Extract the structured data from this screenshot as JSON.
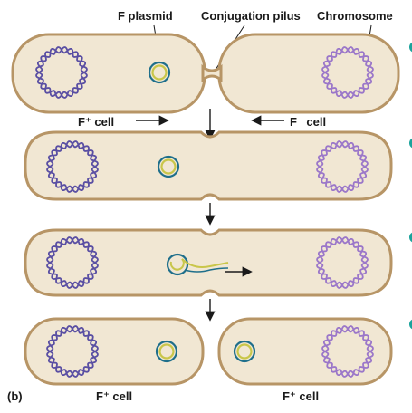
{
  "figure": {
    "panel_label": "(b)",
    "labels": {
      "f_plasmid": "F plasmid",
      "conjugation_pilus": "Conjugation pilus",
      "chromosome": "Chromosome",
      "f_plus_cell": "F⁺ cell",
      "f_minus_cell": "F⁻ cell",
      "f_plus_cell_left": "F⁺ cell",
      "f_plus_cell_right": "F⁺ cell"
    }
  },
  "colors": {
    "cell_fill": "#f1e7d3",
    "cell_border": "#b79566",
    "chromosome_donor": "#5a4fa3",
    "chromosome_recipient": "#9b77c9",
    "plasmid_outer": "#1f6f8b",
    "plasmid_inner": "#c9c64a",
    "side_marker": "#1ba39c"
  }
}
